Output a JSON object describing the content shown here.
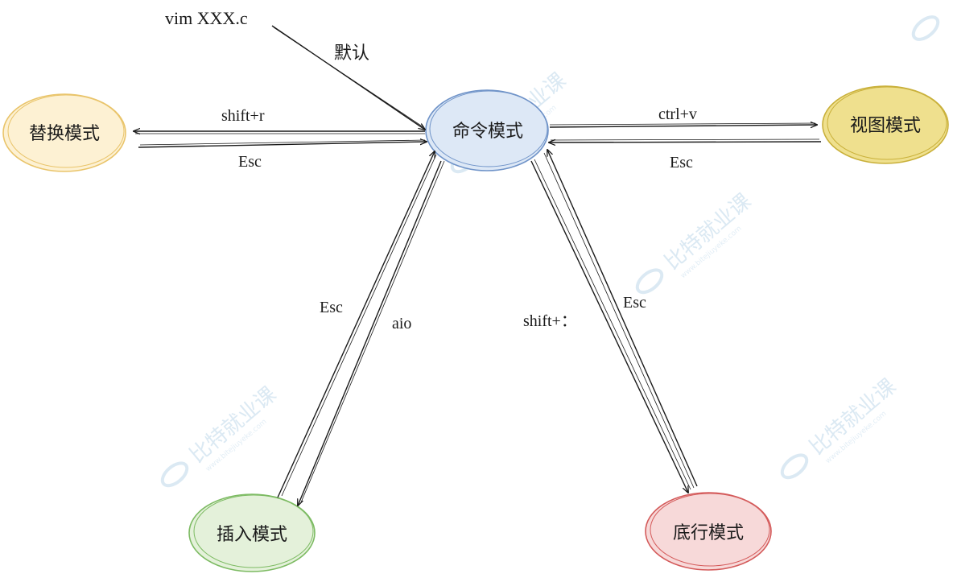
{
  "diagram": {
    "start": {
      "label": "vim  XXX.c",
      "note": "默认"
    },
    "nodes": [
      {
        "id": "command",
        "label": "命令模式",
        "stroke": "#6f93c8",
        "fill": "#dde8f6"
      },
      {
        "id": "replace",
        "label": "替换模式",
        "stroke": "#e9c46a",
        "fill": "#fdf1d3"
      },
      {
        "id": "visual",
        "label": "视图模式",
        "stroke": "#c9b03a",
        "fill": "#efe08e"
      },
      {
        "id": "insert",
        "label": "插入模式",
        "stroke": "#7dbb63",
        "fill": "#e4f1da"
      },
      {
        "id": "lastline",
        "label": "底行模式",
        "stroke": "#d45b5b",
        "fill": "#f7d9d9"
      }
    ],
    "edges": {
      "to_replace": "shift+r",
      "from_replace": "Esc",
      "to_visual": "ctrl+v",
      "from_visual": "Esc",
      "from_insert": "Esc",
      "to_insert": "aio",
      "to_lastline": "shift+：",
      "from_lastline": "Esc"
    },
    "watermark": {
      "brand": "比特就业课",
      "site": "www.bitejiuyeke.com"
    }
  }
}
